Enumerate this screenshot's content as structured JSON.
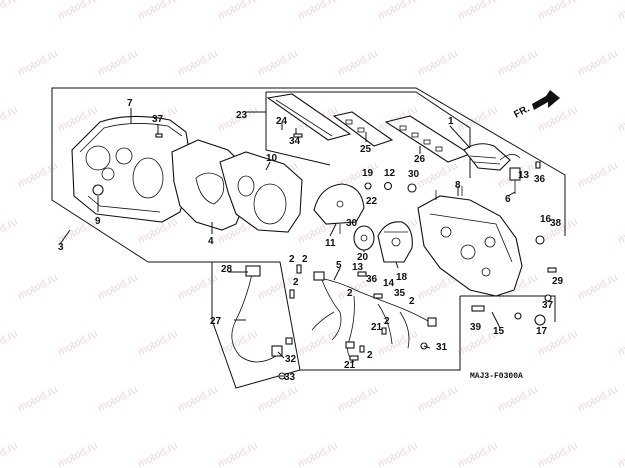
{
  "watermark": "motod.ru",
  "direction": "FR.",
  "diagram_code": "MAJ3-F0300A",
  "callouts": [
    "1",
    "2",
    "3",
    "4",
    "5",
    "6",
    "7",
    "8",
    "9",
    "10",
    "11",
    "12",
    "13",
    "14",
    "15",
    "16",
    "17",
    "18",
    "19",
    "20",
    "21",
    "22",
    "23",
    "24",
    "25",
    "26",
    "27",
    "28",
    "29",
    "30",
    "31",
    "32",
    "33",
    "34",
    "35",
    "36",
    "37",
    "38",
    "39"
  ],
  "colors": {
    "ink": "#111111",
    "watermark": "#f0d6d6",
    "background": "#ffffff"
  }
}
